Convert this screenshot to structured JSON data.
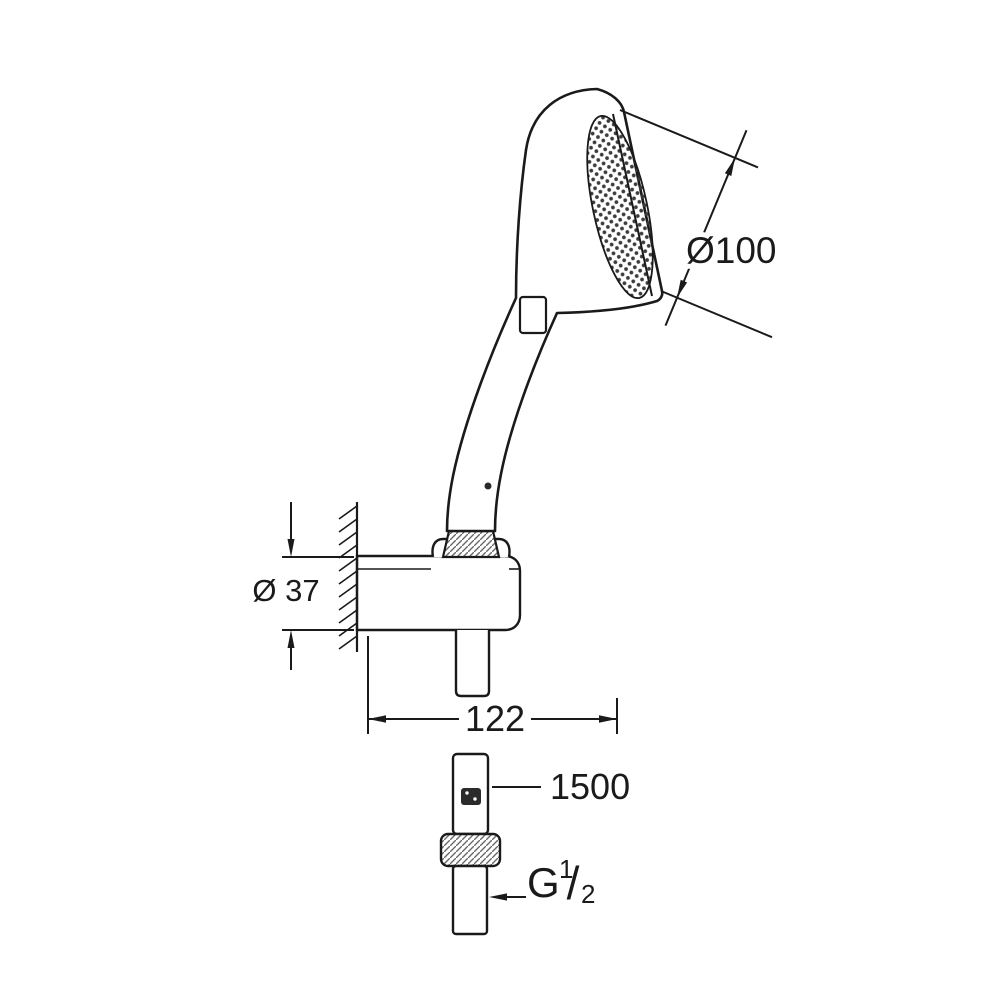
{
  "page": {
    "background": "#ffffff",
    "line_color": "#1a1a1a"
  },
  "labels": {
    "head_diameter": "Ø100",
    "holder_diameter": "Ø 37",
    "holder_offset": "122",
    "hose_length": "1500",
    "thread_prefix": "G",
    "thread_numerator": "1",
    "thread_slash": "/",
    "thread_denominator": "2"
  }
}
